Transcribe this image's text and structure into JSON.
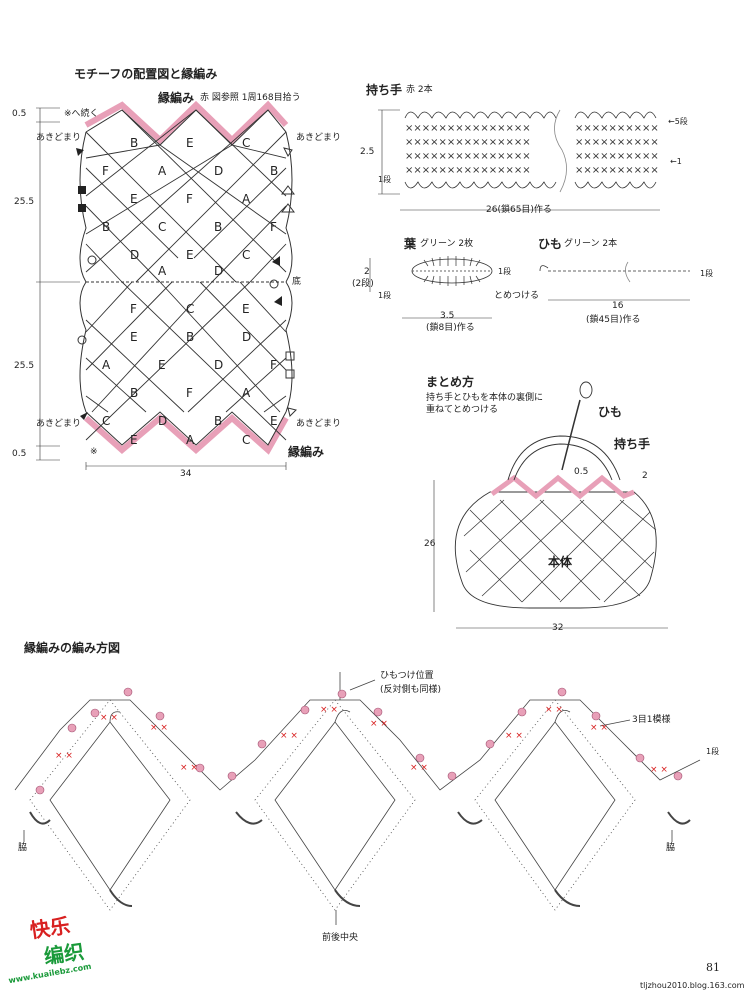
{
  "colors": {
    "pink": "#e8a0b8",
    "dark": "#333333",
    "green": "#1a9a3a",
    "red": "#d82020"
  },
  "layout_section": {
    "title": "モチーフの配置図と縁編み",
    "edge_label": "縁編み",
    "edge_note": "赤 図参照 1周168目拾う",
    "continue_note": "※へ続く",
    "akidomari": "あきどまり",
    "bottom_label": "底",
    "edge_label_bottom": "縁編み",
    "note_mark": "※",
    "dims": {
      "top": "0.5",
      "upper": "25.5",
      "lower": "25.5",
      "bottom": "0.5",
      "width": "34"
    },
    "motif_rows": [
      [
        "B",
        "E",
        "C"
      ],
      [
        "F",
        "A",
        "D",
        "B"
      ],
      [
        "E",
        "F",
        "A"
      ],
      [
        "B",
        "C",
        "B",
        "F"
      ],
      [
        "D",
        "E",
        "C"
      ],
      [
        "A",
        "D"
      ],
      [
        "F",
        "C",
        "E"
      ],
      [
        "E",
        "B",
        "D"
      ],
      [
        "A",
        "E",
        "D",
        "F"
      ],
      [
        "B",
        "F",
        "A"
      ],
      [
        "C",
        "D",
        "B",
        "E"
      ],
      [
        "E",
        "A",
        "C"
      ]
    ]
  },
  "handle": {
    "title": "持ち手",
    "note": "赤 2本",
    "h_dim": "2.5",
    "row_label": "1段",
    "row5": "←5段",
    "row1": "←1",
    "w_dim": "26(鎖65目)作る"
  },
  "leaf": {
    "title": "葉",
    "note": "グリーン 2枚",
    "h_dim": "2",
    "h_dim2": "(2段)",
    "row1": "1段",
    "end": "とめつける",
    "row_label": "1段",
    "w_dim": "3.5",
    "w_note": "(鎖8目)作る"
  },
  "string": {
    "title": "ひも",
    "note": "グリーン 2本",
    "row_label": "1段",
    "w_dim": "16",
    "w_note": "(鎖45目)作る"
  },
  "assembly": {
    "title": "まとめ方",
    "note_line1": "持ち手とひもを本体の裏側に",
    "note_line2": "重ねてとめつける",
    "himo": "ひも",
    "mochite": "持ち手",
    "dim_05": "0.5",
    "dim_2": "2",
    "body": "本体",
    "height": "26",
    "width": "32"
  },
  "edging": {
    "title": "縁編みの編み方図",
    "himo_pos_1": "ひもつけ位置",
    "himo_pos_2": "(反対側も同様)",
    "repeat": "3目1模様",
    "row1": "1段",
    "side_left": "脇",
    "side_right": "脇",
    "center": "前後中央"
  },
  "footer": {
    "page": "81",
    "url": "tljzhou2010.blog.163.com",
    "logo_top": "快乐",
    "logo_mid": "编织",
    "logo_url": "www.kuailebz.com"
  }
}
